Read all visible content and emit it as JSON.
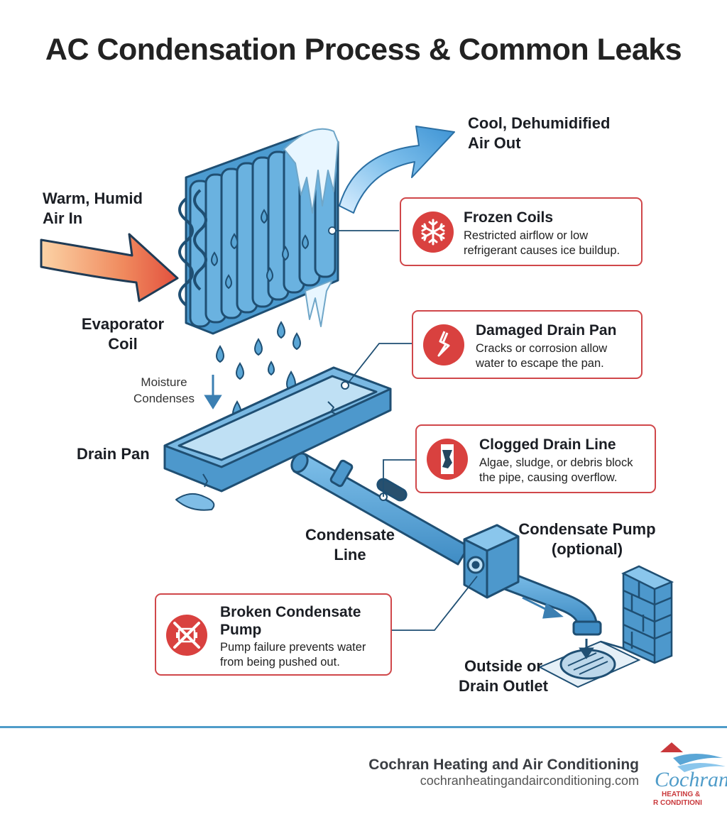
{
  "title": "AC Condensation Process & Common Leaks",
  "labels": {
    "warm_air": [
      "Warm, Humid",
      "Air In"
    ],
    "cool_air": [
      "Cool, Dehumidified",
      "Air Out"
    ],
    "evaporator": [
      "Evaporator",
      "Coil"
    ],
    "moisture": [
      "Moisture",
      "Condenses"
    ],
    "drain_pan": "Drain Pan",
    "condensate_line": [
      "Condensate",
      "Line"
    ],
    "condensate_pump": [
      "Condensate Pump",
      "(optional)"
    ],
    "outlet": [
      "Outside or",
      "Drain Outlet"
    ]
  },
  "callouts": [
    {
      "id": "frozen",
      "title": "Frozen Coils",
      "text": [
        "Restricted airflow or low",
        "refrigerant causes ice buildup."
      ],
      "icon": "snowflake-icon"
    },
    {
      "id": "pan",
      "title": "Damaged Drain Pan",
      "text": [
        "Cracks or corrosion allow",
        "water to escape the pan."
      ],
      "icon": "crack-icon"
    },
    {
      "id": "clog",
      "title": "Clogged Drain Line",
      "text": [
        "Algae, sludge, or debris block",
        "the pipe, causing overflow."
      ],
      "icon": "clogged-pipe-icon"
    },
    {
      "id": "pump",
      "title": [
        "Broken Condensate",
        "Pump"
      ],
      "text": [
        "Pump failure prevents water",
        "from being pushed out."
      ],
      "icon": "broken-pump-icon"
    }
  ],
  "footer": {
    "company": "Cochran Heating and Air Conditioning",
    "url": "cochranheatingandairconditioning.com",
    "logo_text": [
      "Cochran",
      "HEATING &",
      "R CONDITIONI"
    ]
  },
  "colors": {
    "accent_red": "#d9413f",
    "pipe_blue": "#5aa6d6",
    "outline": "#1f4f73",
    "footer_blue": "#4f9cc9"
  }
}
